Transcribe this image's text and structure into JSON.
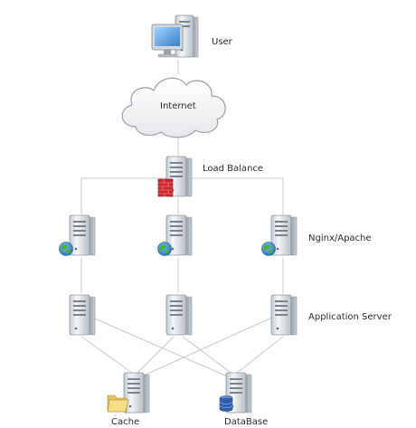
{
  "labels": {
    "user": "User",
    "internet": "Internet",
    "load_balance": "Load Balance",
    "web_tier": "Nginx/Apache",
    "app_tier": "Application Server",
    "cache": "Cache",
    "database": "DataBase"
  },
  "colors": {
    "line": "#c8c8c8",
    "server_body": "#d9dde2",
    "firewall": "#c8282a",
    "globe": "#2e86c8",
    "globe_land": "#4caf3c",
    "folder": "#f2d27a",
    "db_stack": "#2f5fa8"
  }
}
